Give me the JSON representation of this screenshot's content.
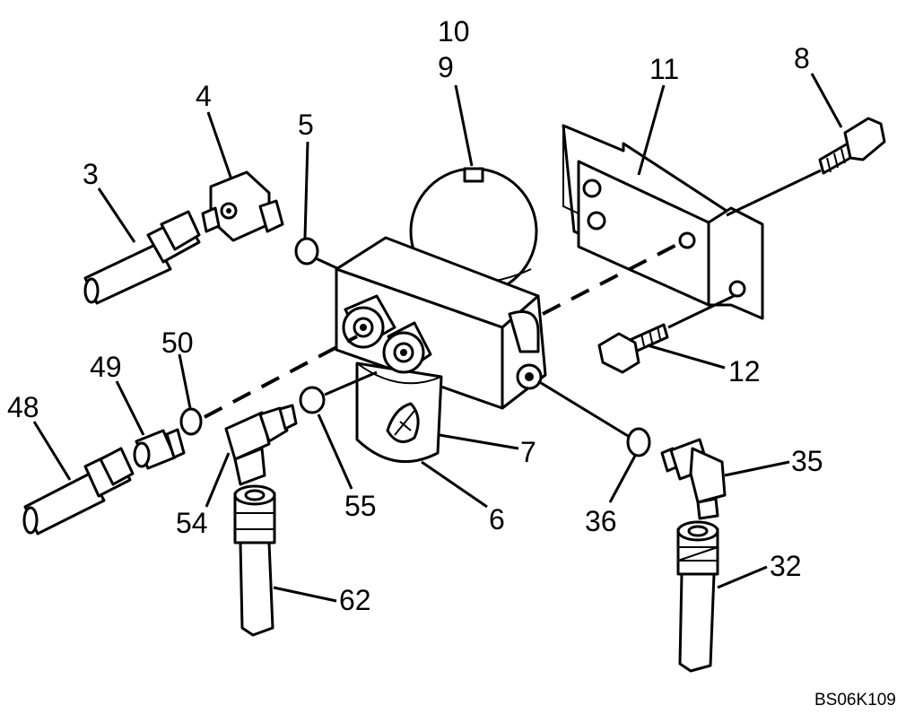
{
  "drawing_ref": "BS06K109",
  "callouts": {
    "c3": "3",
    "c4": "4",
    "c5": "5",
    "c6": "6",
    "c7": "7",
    "c8": "8",
    "c9": "9",
    "c10": "10",
    "c11": "11",
    "c12": "12",
    "c32": "32",
    "c35": "35",
    "c36": "36",
    "c48": "48",
    "c49": "49",
    "c50": "50",
    "c54": "54",
    "c55": "55",
    "c62": "62"
  }
}
